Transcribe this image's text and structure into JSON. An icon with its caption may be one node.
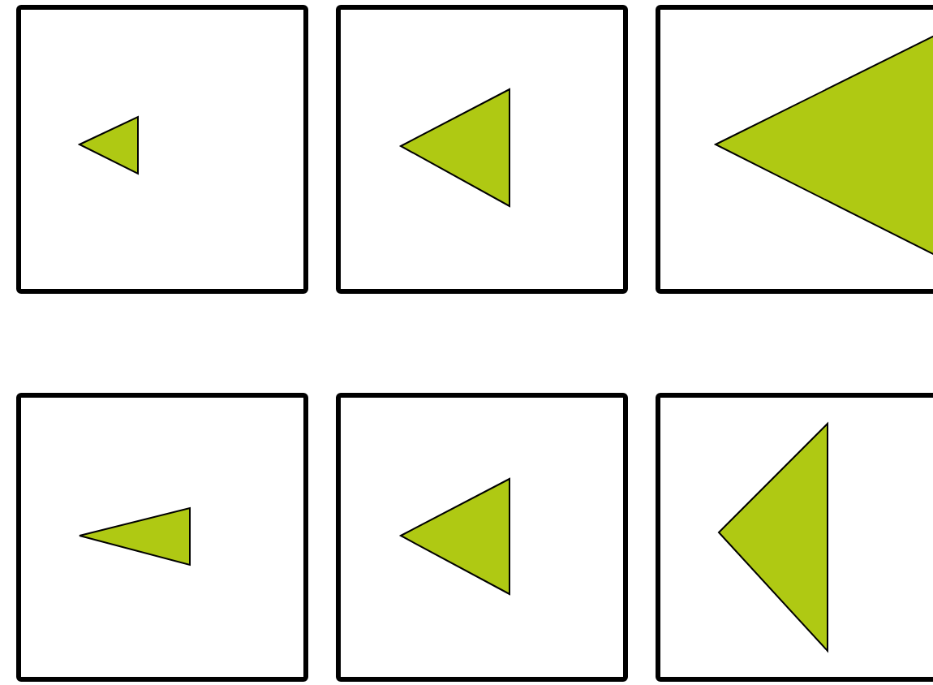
{
  "diagram": {
    "nodes": [
      {
        "text": [],
        "shape": "box"
      },
      {
        "text": [],
        "shape": "triangle",
        "in": 0
      },
      {
        "text": [],
        "shape": "box"
      },
      {
        "text": [],
        "shape": "triangle",
        "in": 2
      },
      {
        "text": [],
        "shape": "box"
      },
      {
        "text": [],
        "shape": "triangle",
        "in": 4
      },
      {
        "text": [],
        "shape": "box"
      },
      {
        "text": [],
        "shape": "triangle",
        "in": 6
      },
      {
        "text": [],
        "shape": "box"
      },
      {
        "text": [],
        "shape": "triangle",
        "in": 8
      },
      {
        "text": [],
        "shape": "box"
      },
      {
        "text": [],
        "shape": "triangle",
        "in": 10
      }
    ]
  }
}
